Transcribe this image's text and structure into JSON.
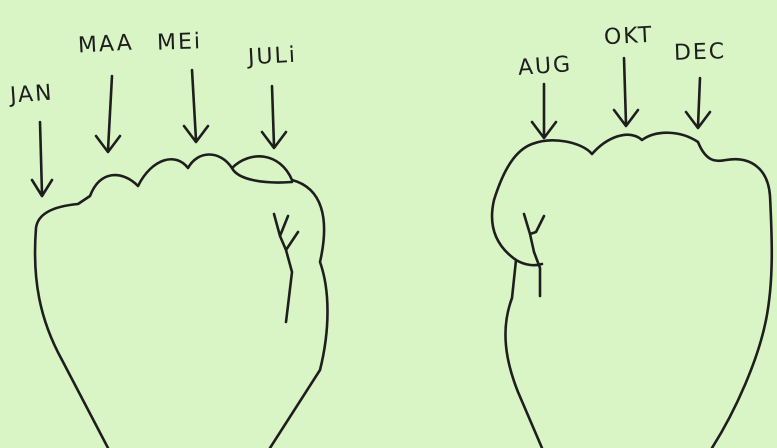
{
  "background_color": "#d9f5c6",
  "ink_color": "#1e1e1e",
  "left_fist": {
    "labels": [
      "JAN",
      "MAA",
      "MEi",
      "JULi"
    ]
  },
  "right_fist": {
    "labels": [
      "AUG",
      "OKT",
      "DEC"
    ]
  }
}
